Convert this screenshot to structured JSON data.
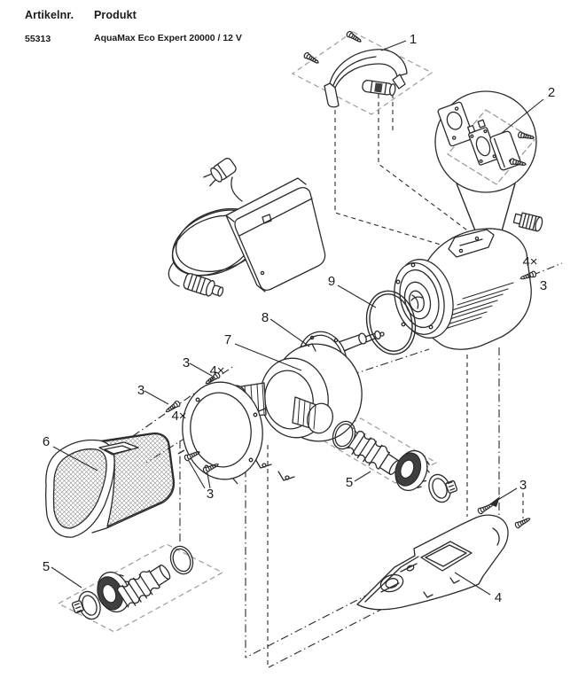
{
  "header": {
    "col1_label": "Artikelnr.",
    "col2_label": "Produkt",
    "article_number": "55313",
    "product_name": "AquaMax Eco Expert 20000 / 12 V"
  },
  "diagram": {
    "line_color": "#2b2b2b",
    "guide_color": "#9b9b9b",
    "background": "#ffffff",
    "labels": [
      {
        "id": "part-1-handle",
        "text": "1"
      },
      {
        "id": "part-2-detail",
        "text": "2"
      },
      {
        "id": "part-9-oring",
        "text": "9"
      },
      {
        "id": "part-8-impeller",
        "text": "8"
      },
      {
        "id": "part-7-housing",
        "text": "7"
      },
      {
        "id": "qty-4x-motor",
        "text": "4×"
      },
      {
        "id": "part-3-screw-motor",
        "text": "3"
      },
      {
        "id": "part-3-screw-flange-a",
        "text": "3"
      },
      {
        "id": "qty-4x-flange-a",
        "text": "4×"
      },
      {
        "id": "part-3-screw-flange-b",
        "text": "3"
      },
      {
        "id": "qty-4x-flange-b",
        "text": "4×"
      },
      {
        "id": "part-6-filter",
        "text": "6"
      },
      {
        "id": "part-3-screw-housing",
        "text": "3"
      },
      {
        "id": "part-5-hosekit-right",
        "text": "5"
      },
      {
        "id": "part-3-screw-base",
        "text": "3"
      },
      {
        "id": "part-5-hosekit-left",
        "text": "5"
      },
      {
        "id": "part-4-base",
        "text": "4"
      }
    ]
  }
}
